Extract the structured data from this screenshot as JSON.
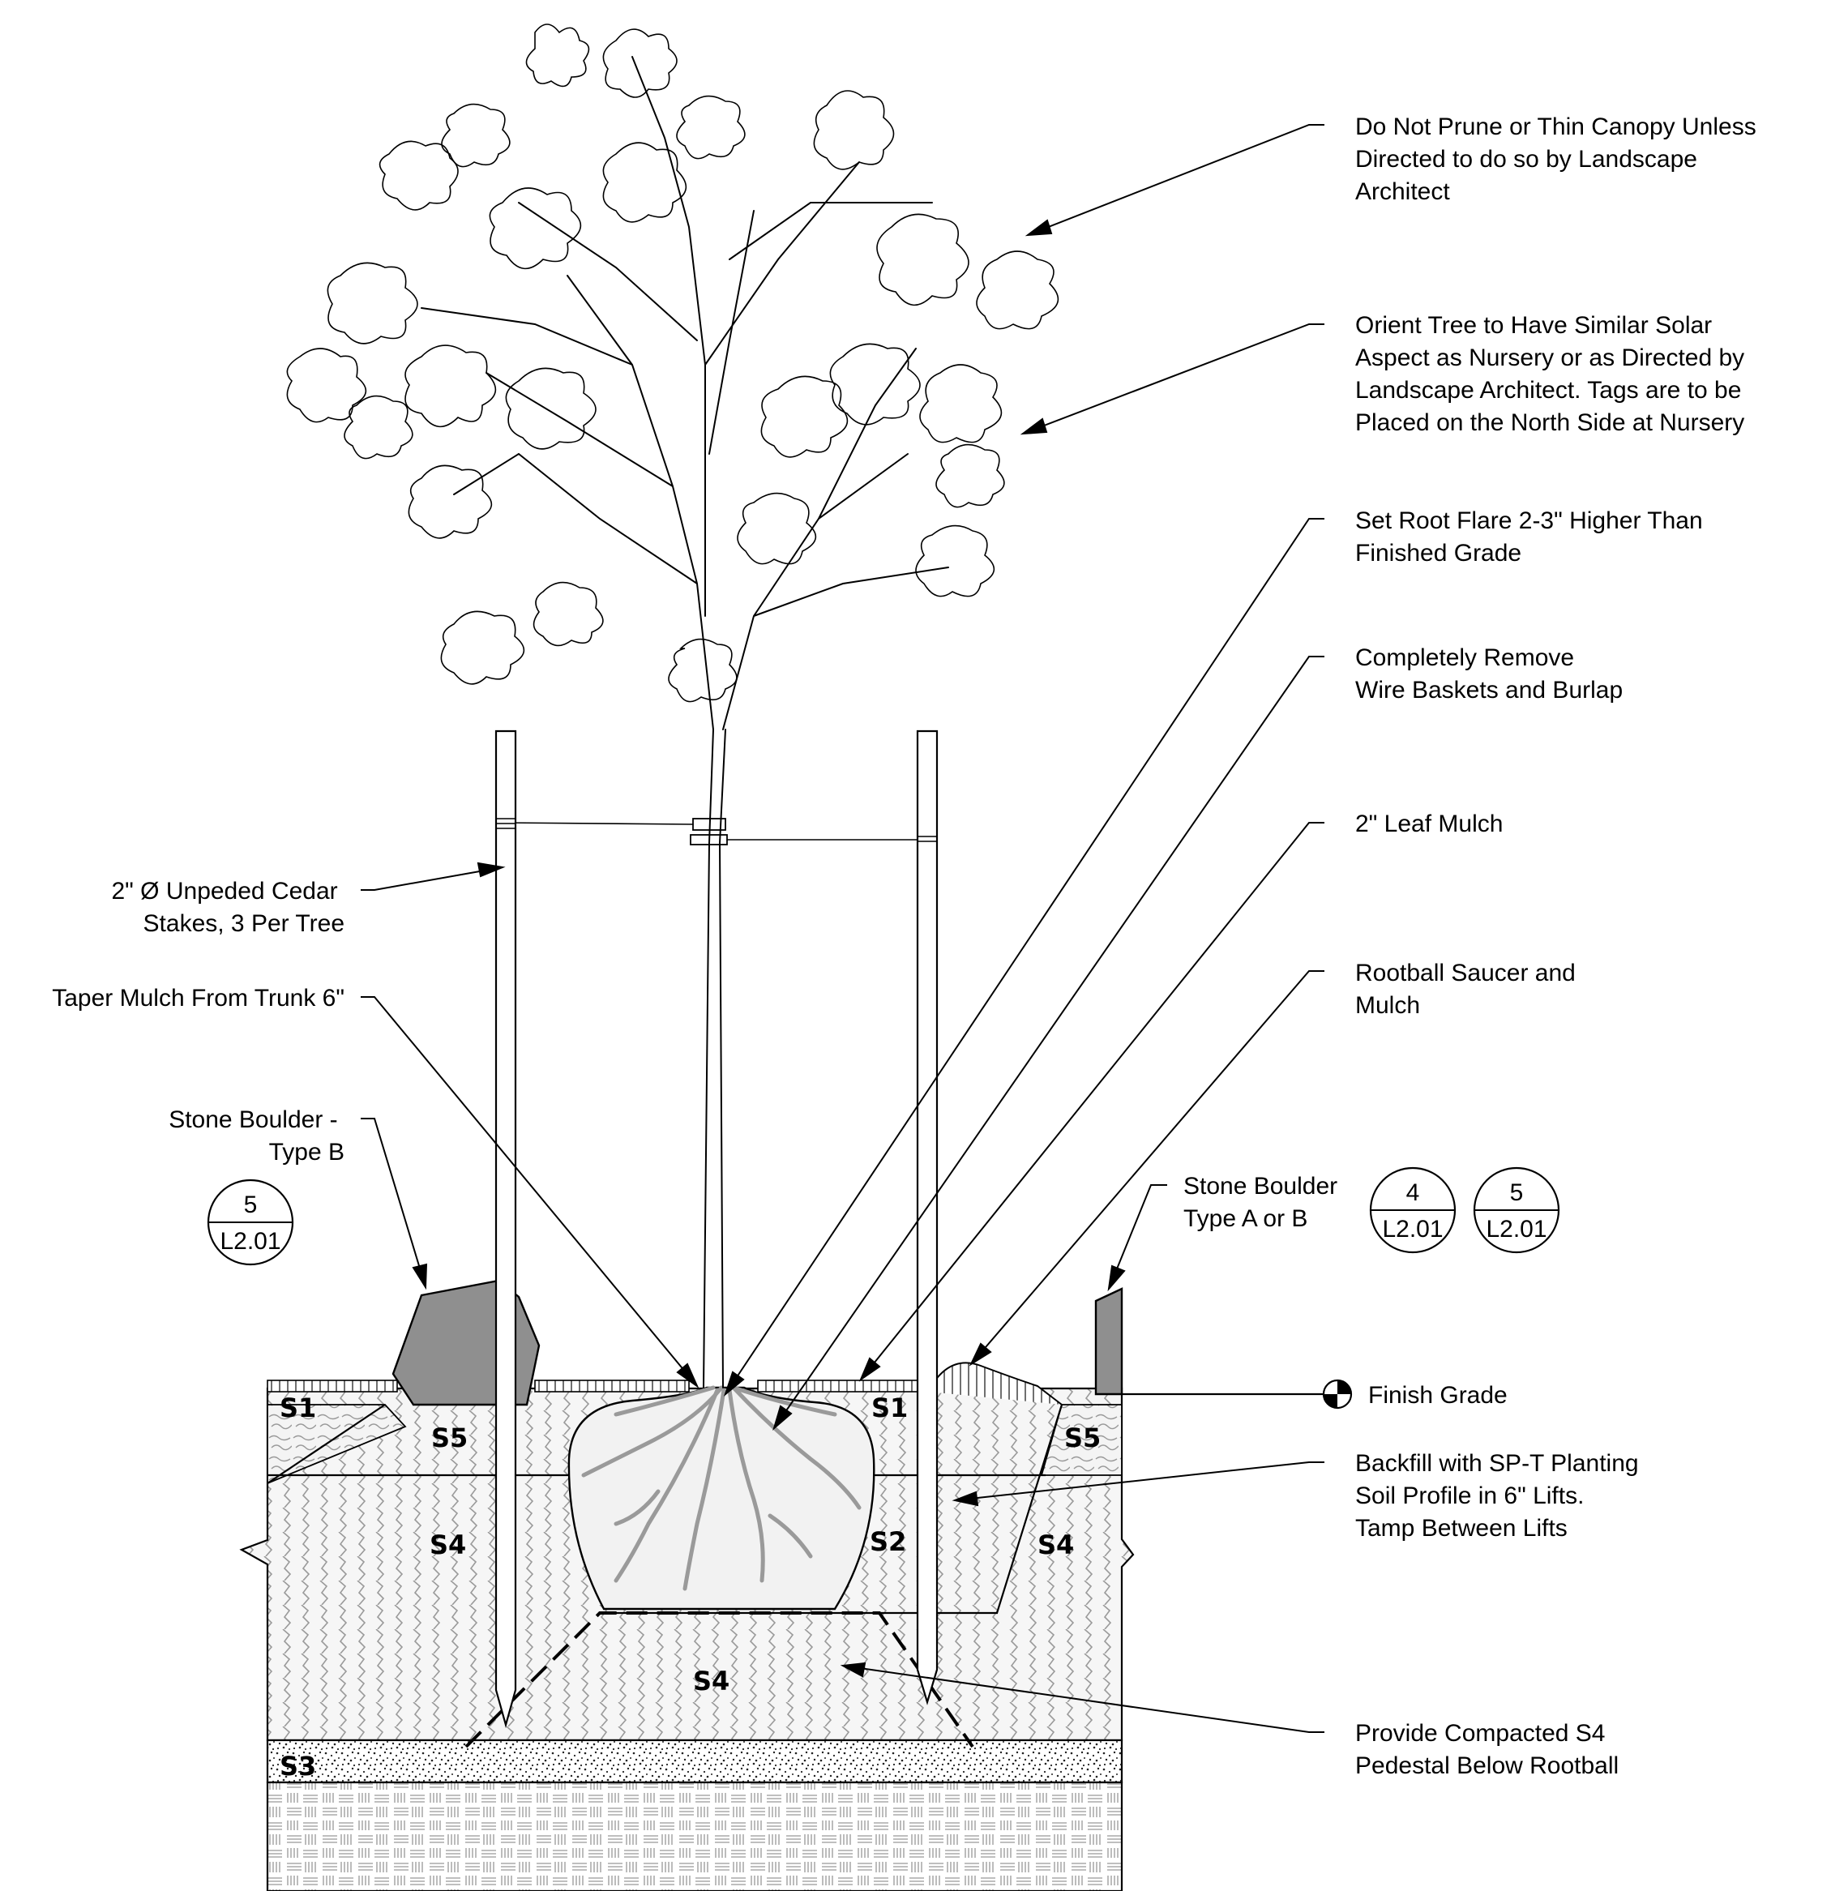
{
  "callouts": {
    "canopy": [
      "Do Not Prune or Thin Canopy Unless",
      "Directed to do so by Landscape",
      "Architect"
    ],
    "orient": [
      "Orient Tree to Have Similar Solar",
      "Aspect as Nursery or as Directed by",
      "Landscape Architect. Tags are to be",
      "Placed on the North Side at Nursery"
    ],
    "root_flare": [
      "Set Root Flare 2-3\" Higher Than",
      "Finished Grade"
    ],
    "remove": [
      "Completely Remove",
      "Wire Baskets and Burlap"
    ],
    "leaf_mulch": [
      "2\" Leaf Mulch"
    ],
    "saucer": [
      "Rootball Saucer and",
      "Mulch"
    ],
    "stakes": [
      "2\" Ø Unpeded Cedar",
      "Stakes, 3 Per Tree"
    ],
    "taper": [
      "Taper Mulch From Trunk 6\""
    ],
    "boulder_b": [
      "Stone Boulder -",
      "Type B"
    ],
    "boulder_ab": [
      "Stone Boulder",
      "Type A or B"
    ],
    "finish_grade": [
      "Finish Grade"
    ],
    "backfill": [
      "Backfill with SP-T Planting",
      "Soil Profile in 6\" Lifts.",
      "Tamp Between Lifts"
    ],
    "pedestal": [
      "Provide Compacted S4",
      "Pedestal Below Rootball"
    ]
  },
  "references": [
    {
      "number": "5",
      "sheet": "L2.01"
    },
    {
      "number": "4",
      "sheet": "L2.01"
    },
    {
      "number": "5",
      "sheet": "L2.01"
    }
  ],
  "soil_labels": {
    "s1_left": "S1",
    "s1_right": "S1",
    "s5_left": "S5",
    "s5_right": "S5",
    "s4_left": "S4",
    "s2": "S2",
    "s4_right": "S4",
    "s4_pedestal": "S4",
    "s3": "S3"
  },
  "colors": {
    "ink": "#000000",
    "boulder": "#8f8f8f",
    "rootball": "#f2f2f2",
    "roots": "#9a9a9a",
    "soil_fill": "#f4f4f4"
  }
}
